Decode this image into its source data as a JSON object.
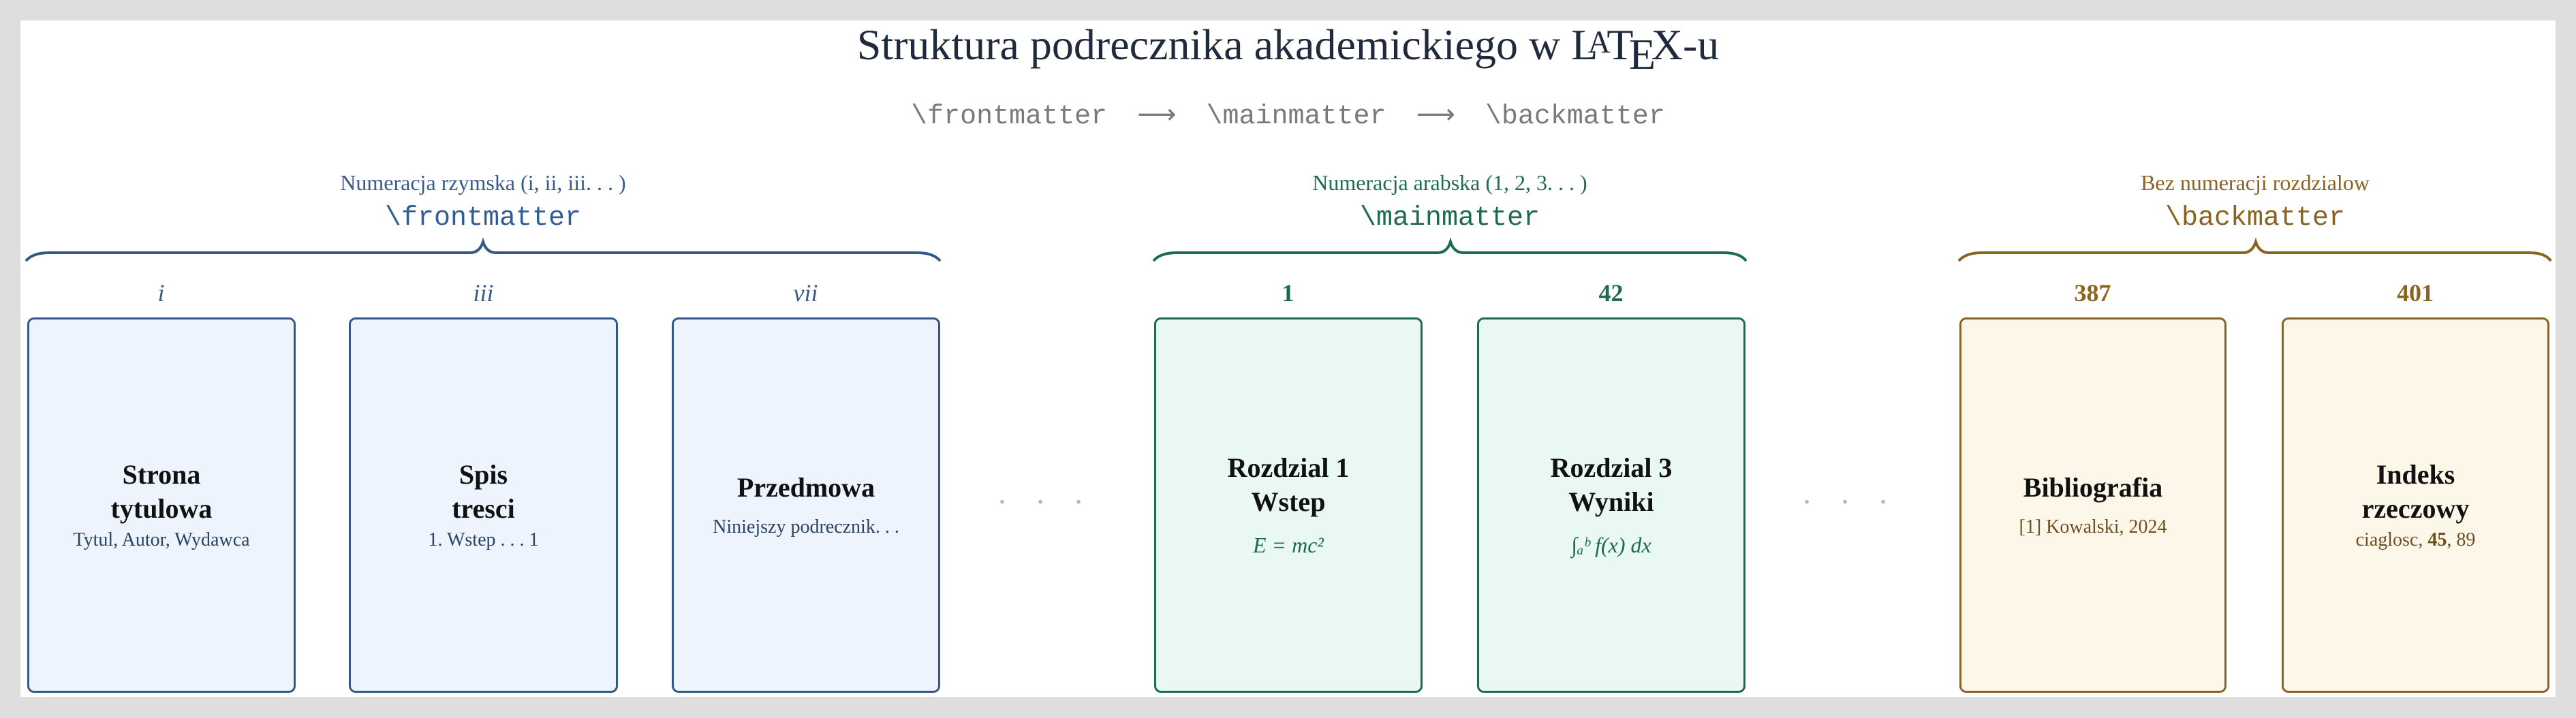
{
  "title": {
    "text_before": "Struktura podrecznika akademickiego w ",
    "latex_L": "L",
    "latex_A": "A",
    "latex_T": "T",
    "latex_E": "E",
    "latex_X": "X",
    "text_after": "-u"
  },
  "subtitle": {
    "front": "\\frontmatter",
    "arrow1": "⟶",
    "main": "\\mainmatter",
    "arrow2": "⟶",
    "back": "\\backmatter"
  },
  "colors": {
    "front": "#35588a",
    "main": "#1c6a52",
    "back": "#8a6320",
    "front_fill": "#edf4fd",
    "main_fill": "#eaf8f3",
    "back_fill": "#fdf7ea",
    "title": "#1f2a3c",
    "subtitle": "#7a7a7a",
    "background": "#dedede"
  },
  "sections": {
    "front": {
      "label": "Numeracja rzymska (i, ii, iii. . . )",
      "command": "\\frontmatter",
      "pages": [
        {
          "number": "i",
          "title_line1": "Strona",
          "title_line2": "tytulowa",
          "detail": "Tytul, Autor, Wydawca"
        },
        {
          "number": "iii",
          "title_line1": "Spis",
          "title_line2": "tresci",
          "detail": "1. Wstep . . .  1"
        },
        {
          "number": "vii",
          "title_line1": "Przedmowa",
          "title_line2": "",
          "detail": "Niniejszy podrecznik. . ."
        }
      ]
    },
    "main": {
      "label": "Numeracja arabska (1, 2, 3. . . )",
      "command": "\\mainmatter",
      "pages": [
        {
          "number": "1",
          "title_line1": "Rozdzial 1",
          "title_line2": "Wstep",
          "detail": "E = mc²"
        },
        {
          "number": "42",
          "title_line1": "Rozdzial 3",
          "title_line2": "Wyniki",
          "detail": "∫ₐᵇ f(x) dx"
        }
      ]
    },
    "back": {
      "label": "Bez numeracji rozdzialow",
      "command": "\\backmatter",
      "pages": [
        {
          "number": "387",
          "title_line1": "Bibliografia",
          "title_line2": "",
          "detail": "[1] Kowalski, 2024"
        },
        {
          "number": "401",
          "title_line1": "Indeks",
          "title_line2": "rzeczowy",
          "detail_pre": "ciaglosc, ",
          "detail_bold": "45",
          "detail_post": ", 89"
        }
      ]
    }
  },
  "ellipsis": ". . ."
}
